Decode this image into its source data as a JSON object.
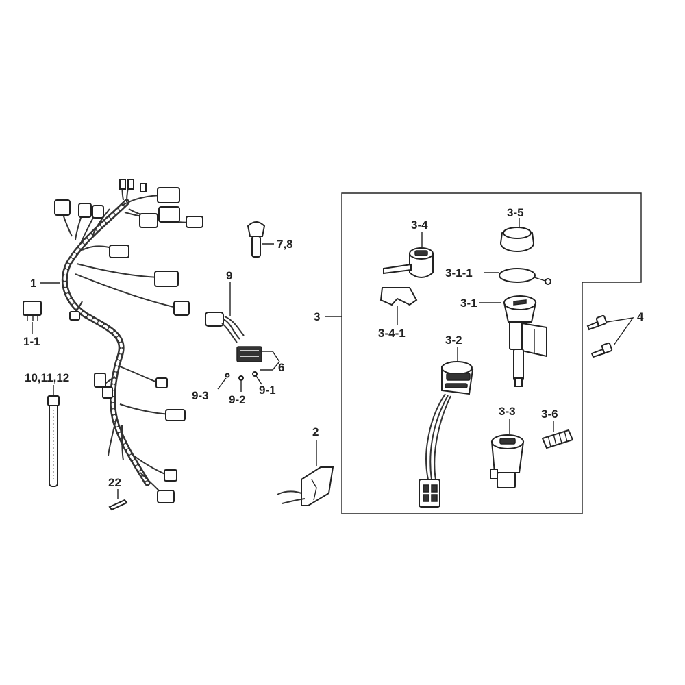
{
  "labels": {
    "p1": "1",
    "p1_1": "1-1",
    "p2": "2",
    "p3": "3",
    "p3_1": "3-1",
    "p3_1_1": "3-1-1",
    "p3_2": "3-2",
    "p3_3": "3-3",
    "p3_4": "3-4",
    "p3_4_1": "3-4-1",
    "p3_5": "3-5",
    "p3_6": "3-6",
    "p4": "4",
    "p6": "6",
    "p7_8": "7,8",
    "p9": "9",
    "p9_1": "9-1",
    "p9_2": "9-2",
    "p9_3": "9-3",
    "p10_11_12": "10,11,12",
    "p22": "22"
  }
}
